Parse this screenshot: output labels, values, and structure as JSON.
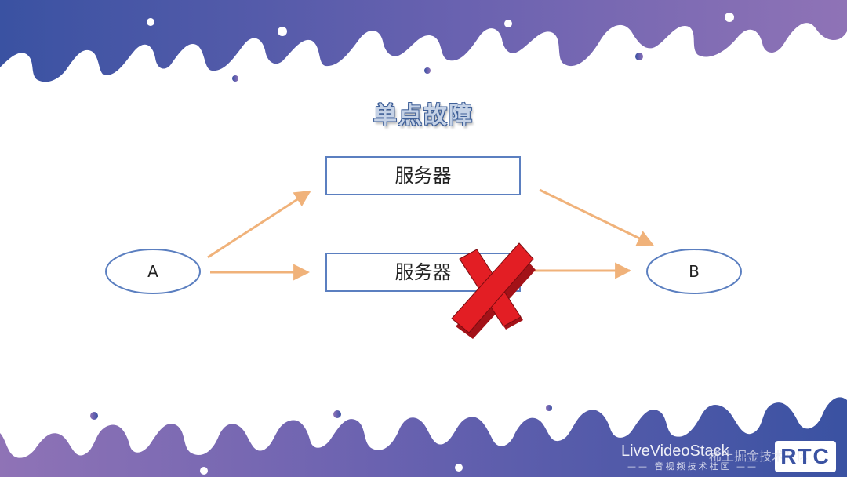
{
  "title": "单点故障",
  "nodes": {
    "a": "A",
    "b": "B",
    "server_top": "服务器",
    "server_bottom": "服务器"
  },
  "watermark": {
    "brand_main": "LiveVideoStack",
    "brand_sub": "—— 音视频技术社区 ——",
    "overlay_text": "稀土掘金技术社区",
    "logo": "RTC"
  },
  "colors": {
    "accent_blue": "#3a52a2",
    "accent_purple": "#8f73b6",
    "box_border": "#5b7fc0",
    "arrow": "#f0b27a",
    "fail_x": "#e31e24"
  }
}
